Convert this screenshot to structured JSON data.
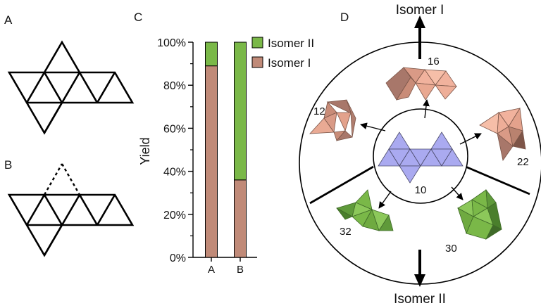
{
  "panels": {
    "a": {
      "label": "A"
    },
    "b": {
      "label": "B"
    },
    "c": {
      "label": "C"
    },
    "d": {
      "label": "D"
    }
  },
  "colors": {
    "isomer_i": "#c08a78",
    "isomer_ii": "#7ab848",
    "center_net": "#aaaaf0",
    "line": "#000000"
  },
  "chart_data": {
    "type": "bar",
    "stacked": true,
    "categories": [
      "A",
      "B"
    ],
    "series": [
      {
        "name": "Isomer I",
        "values": [
          89,
          36
        ],
        "color": "#c08a78"
      },
      {
        "name": "Isomer II",
        "values": [
          11,
          64
        ],
        "color": "#7ab848"
      }
    ],
    "ylabel": "Yield",
    "yticks": [
      "0%",
      "20%",
      "40%",
      "60%",
      "80%",
      "100%"
    ],
    "ylim": [
      0,
      100
    ],
    "legend": [
      "Isomer II",
      "Isomer I"
    ],
    "legend_position": "top-right"
  },
  "diagram_d": {
    "top_label": "Isomer I",
    "bottom_label": "Isomer II",
    "center_number": "10",
    "isomer_i_numbers": [
      "16",
      "12",
      "22"
    ],
    "isomer_ii_numbers": [
      "32",
      "30"
    ]
  }
}
